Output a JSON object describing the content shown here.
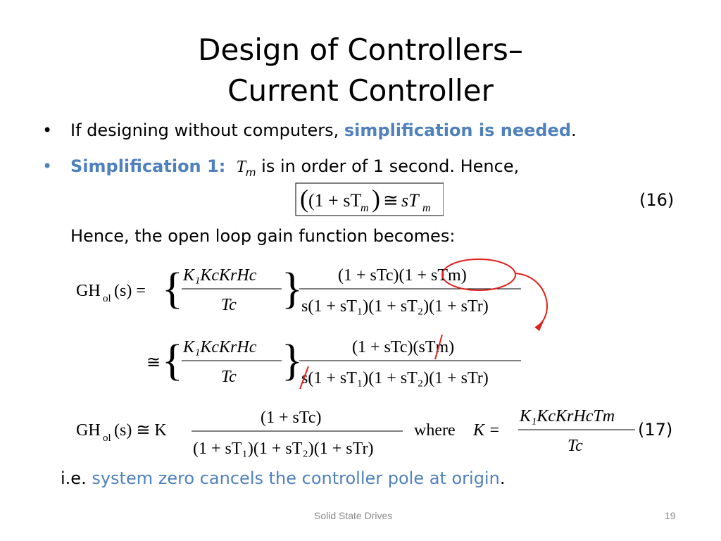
{
  "title": {
    "line1": "Design of Controllers–",
    "line2": "Current Controller"
  },
  "bullets": [
    {
      "prefix": "If designing without computers, ",
      "highlight": "simplification is needed",
      "suffix": "."
    },
    {
      "label": "Simplification 1:",
      "var": "T",
      "sub": "m",
      "rest": " is in order of 1 second. Hence,"
    }
  ],
  "eq16": {
    "lhs": "(1 + sT",
    "lhs_sub": "m",
    "lhs_close": ")",
    "rel": "≅",
    "rhs": "sT",
    "rhs_sub": "m",
    "number": "(16)"
  },
  "open_loop_text": "Hence, the open loop gain function becomes:",
  "eq17": {
    "gh": "GH",
    "gh_sub": "ol",
    "arg": "(s)",
    "eq": "=",
    "approx": "≅",
    "brace_num": "K₁KcKrHc",
    "brace_den": "Tc",
    "k": "K",
    "where": "where",
    "number": "(17)"
  },
  "conclusion": {
    "prefix": "i.e. ",
    "highlight": "system zero cancels the controller pole at origin",
    "suffix": "."
  },
  "footer": {
    "text": "Solid State Drives",
    "page": "19"
  },
  "colors": {
    "accent": "#4f81bd",
    "annotation": "#e0201c",
    "footer": "#898989"
  }
}
